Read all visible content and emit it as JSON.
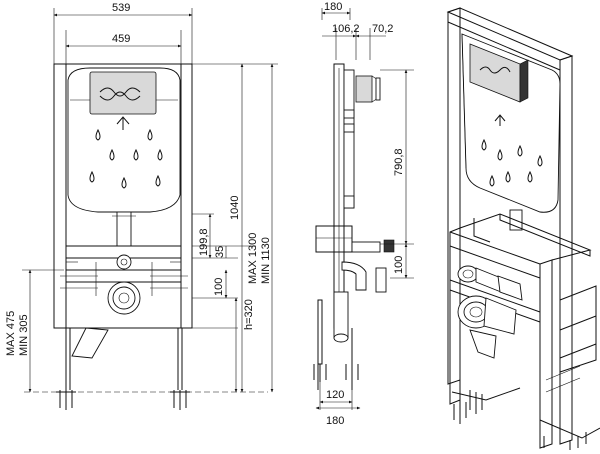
{
  "front_view": {
    "width_overall": "539",
    "width_inner": "459",
    "height_total": "1040",
    "height_max": "MAX 1300",
    "height_min": "MIN 1130",
    "dim_199_8": "199,8",
    "dim_35": "35",
    "dim_100": "100",
    "dim_h_320": "h=320",
    "leg_max": "MAX 475",
    "leg_min": "MIN 305"
  },
  "side_view": {
    "width_top": "180",
    "depth_1": "106,2",
    "depth_2": "70,2",
    "height_flush": "790,8",
    "height_outlet": "100",
    "width_base": "120",
    "width_bottom": "180"
  },
  "colors": {
    "line": "#111111",
    "fill_gray": "#d9d9d9"
  }
}
